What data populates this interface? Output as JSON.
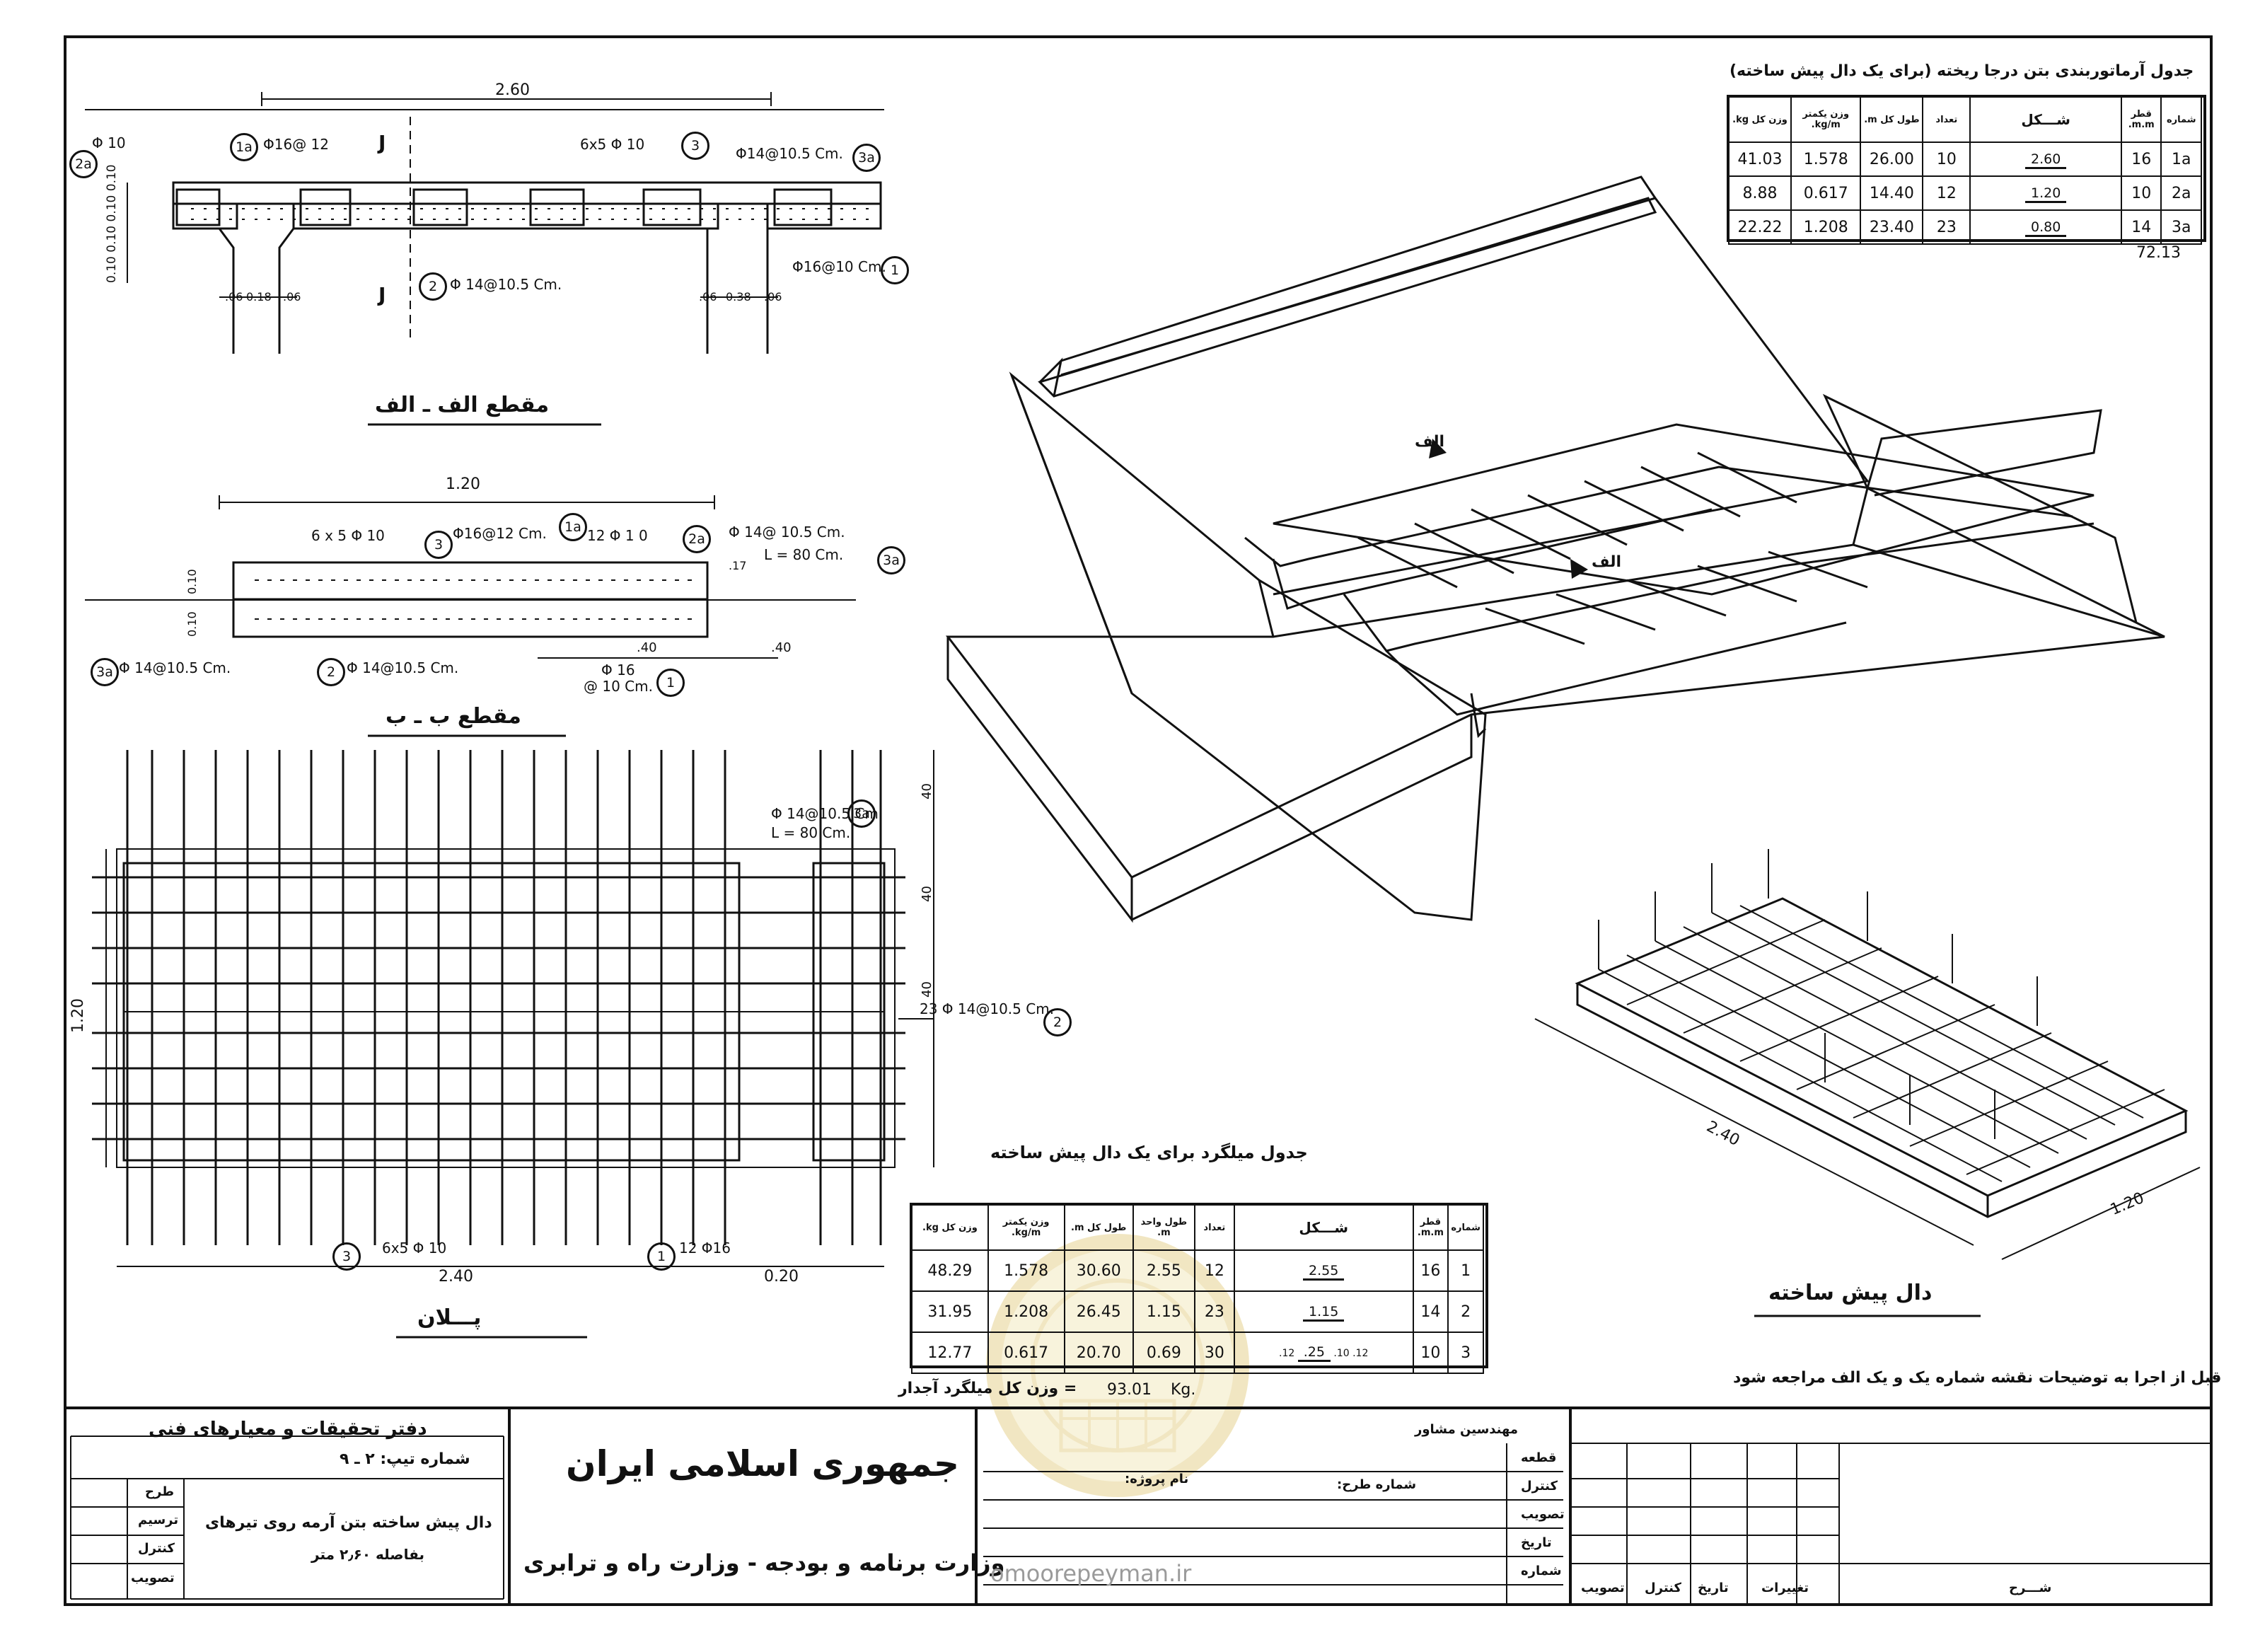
{
  "colors": {
    "line": "#111111",
    "paper": "#ffffff",
    "stamp": "#e8d79a",
    "watermark": "#9a9a9a"
  },
  "section_a": {
    "title": "مقطع الف ـ الف",
    "dim_top": "2.60",
    "layers": "0.10 0.10 0.10 0.10",
    "bottom_dims": [
      ".06",
      "0.18",
      ".06",
      ".06",
      "0.38",
      ".06"
    ],
    "mark_j": "J",
    "labels": {
      "b1_left": "Φ 10",
      "b1a": "Φ16@ 12",
      "b6x5": "6x5 Φ 10",
      "b14a": "Φ14@10.5 Cm.",
      "b2": "Φ 14@10.5 Cm.",
      "b16": "Φ16@10 Cm."
    },
    "circles": {
      "c2a": "2a",
      "c1a": "1a",
      "c3": "3",
      "c3a": "3a",
      "c2": "2",
      "c1": "1"
    }
  },
  "section_b": {
    "title": "مقطع ب ـ ب",
    "dim_top": "1.20",
    "dims": {
      "h1": "0.10",
      "h2": "0.10",
      "d40a": ".40",
      "d40b": ".40",
      "d17": ".17"
    },
    "labels": {
      "b6x5": "6 x 5 Φ 10",
      "b16_12": "Φ16@12 Cm.",
      "b12": "12 Φ 1 0",
      "b14a": "Φ 14@ 10.5 Cm.",
      "bL": "L = 80 Cm.",
      "b3a_left": "Φ 14@10.5 Cm.",
      "b2": "Φ 14@10.5 Cm.",
      "b16": "Φ 16",
      "b16s": "@ 10 Cm."
    },
    "circles": {
      "c3": "3",
      "c1a": "1a",
      "c2a": "2a",
      "c3a": "3a",
      "c3a_left": "3a",
      "c2": "2",
      "c1": "1"
    }
  },
  "plan": {
    "title": "پـــلان",
    "dims": {
      "w": "2.40",
      "h": "1.20",
      "d20": "0.20",
      "d40a": "40",
      "d40b": "40",
      "d40c": "40"
    },
    "labels": {
      "b14": "Φ 14@10.5 Cm.",
      "bL": "L = 80 Cm.",
      "b23": "23 Φ 14@10.5 Cm.",
      "b6x5": "6x5 Φ 10",
      "b12": "12 Φ16"
    },
    "circles": {
      "c3a": "3a",
      "c2": "2",
      "c3": "3",
      "c1": "1"
    }
  },
  "iso_bridge": {
    "markers": [
      "الف",
      "الف"
    ]
  },
  "precast_slab": {
    "title": "دال پیش ساخته",
    "dim_len": "2.40",
    "dim_w": "1.20"
  },
  "table_concrete": {
    "title": "جدول آرماتوربندی بتن درجا ریخته (برای یک دال پیش ساخته)",
    "headers": [
      "شماره",
      "قطر m.m.",
      "شـــکل",
      "تعداد",
      "طول کل m.",
      "وزن یکمتر kg/m.",
      "وزن کل kg."
    ],
    "rows": [
      {
        "num": "1a",
        "dia": "16",
        "shape": "2.60",
        "count": "10",
        "len": "26.00",
        "unit": "1.578",
        "total": "41.03"
      },
      {
        "num": "2a",
        "dia": "10",
        "shape": "1.20",
        "count": "12",
        "len": "14.40",
        "unit": "0.617",
        "total": "8.88"
      },
      {
        "num": "3a",
        "dia": "14",
        "shape": "0.80",
        "count": "23",
        "len": "23.40",
        "unit": "1.208",
        "total": "22.22"
      }
    ],
    "sum": "72.13"
  },
  "table_rebar": {
    "title": "جدول میلگرد برای یک دال پیش ساخته",
    "headers": [
      "شماره",
      "قطر m.m.",
      "شـــکل",
      "تعداد",
      "طول واحد m.",
      "طول کل m.",
      "وزن یکمتر kg/m.",
      "وزن کل kg."
    ],
    "rows": [
      {
        "num": "1",
        "dia": "16",
        "shape": "2.55",
        "count": "12",
        "unit_len": "2.55",
        "len": "30.60",
        "unit": "1.578",
        "total": "48.29"
      },
      {
        "num": "2",
        "dia": "14",
        "shape": "1.15",
        "count": "23",
        "unit_len": "1.15",
        "len": "26.45",
        "unit": "1.208",
        "total": "31.95"
      },
      {
        "num": "3",
        "dia": "10",
        "shape": ".25",
        "shape_a": ".12",
        "shape_b": ".12",
        "shape_c": ".10",
        "count": "30",
        "unit_len": "0.69",
        "len": "20.70",
        "unit": "0.617",
        "total": "12.77"
      }
    ],
    "total_label": "= وزن کل میلگرد آجدار",
    "total_value": "93.01",
    "total_unit": "Kg."
  },
  "note": "قبل از اجرا به توضیحات نقشه شماره یک و یک الف مراجعه شود",
  "title_block": {
    "office": "دفتر تحقیقات و معیارهای فنی",
    "sheet_no": "شماره تیپ: ۲ ـ ۹",
    "desc1": "دال پیش ساخته بتن آرمه روی تیرهای",
    "desc2": "بفاصله ۲٫۶۰ متر",
    "roles": [
      "طرح",
      "ترسیم",
      "کنترل",
      "تصویب"
    ],
    "republic": "جمهوری اسلامی ایران",
    "ministries": "وزارت برنامه و بودجه - وزارت راه و ترابری",
    "engineer": "مهندسین مشاور",
    "project_name": "نام پروژه:",
    "plan_no": "شماره طرح:",
    "fields": [
      "قطعه",
      "کنترل",
      "تصویب",
      "تاریخ",
      "شماره"
    ],
    "revision_headers": [
      "تغییرات",
      "تاریخ",
      "کنترل",
      "تصویب"
    ],
    "description": "شـــرح",
    "watermark": "omoorepeyman.ir"
  }
}
